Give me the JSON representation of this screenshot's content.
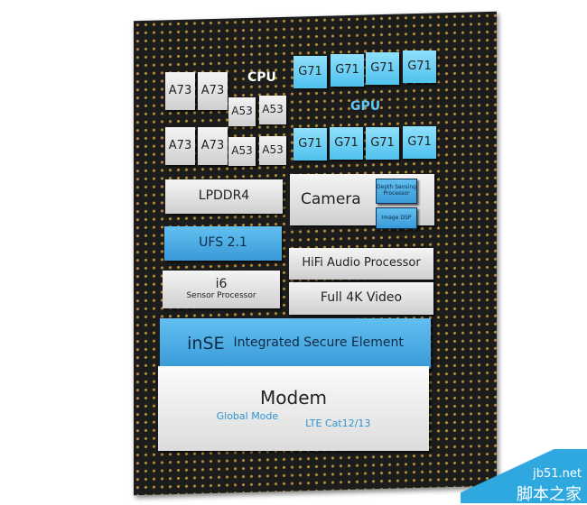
{
  "cpu": {
    "label": "CPU",
    "big_cores": [
      "A73",
      "A73",
      "A73",
      "A73"
    ],
    "little_cores": [
      "A53",
      "A53",
      "A53",
      "A53"
    ]
  },
  "gpu": {
    "label": "GPU",
    "cores": [
      "G71",
      "G71",
      "G71",
      "G71",
      "G71",
      "G71",
      "G71",
      "G71"
    ]
  },
  "blocks": {
    "lpddr": "LPDDR4",
    "camera": "Camera",
    "depth": "Depth Sensing Processor",
    "isp": "Image DSP",
    "ufs": "UFS 2.1",
    "hifi": "HiFi Audio Processor",
    "i6": "i6",
    "i6_sub": "Sensor Processor",
    "video": "Full 4K Video",
    "inse": "inSE",
    "inse_sub": "Integrated Secure Element",
    "modem": "Modem",
    "modem_mode": "Global Mode",
    "modem_lte": "LTE Cat12/13"
  },
  "watermark": {
    "domain": "jb51.net",
    "name": "脚本之家"
  }
}
